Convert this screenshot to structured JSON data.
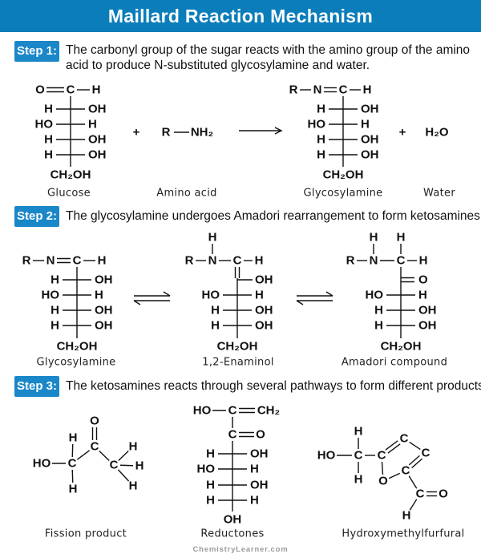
{
  "header": {
    "title": "Maillard Reaction Mechanism"
  },
  "steps": [
    {
      "badge": "Step 1:",
      "text_lines": [
        "The carbonyl group of the sugar reacts with the amino group of the amino",
        "acid to produce N-substituted glycosylamine and water."
      ]
    },
    {
      "badge": "Step 2:",
      "text_lines": [
        "The glycosylamine undergoes Amadori rearrangement to form ketosamines."
      ]
    },
    {
      "badge": "Step 3:",
      "text_lines": [
        "The ketosamines reacts through several pathways to form different products."
      ]
    }
  ],
  "molecules": {
    "glucose": {
      "name": "Glucose",
      "top": [
        "O",
        "C",
        "H"
      ],
      "rows": [
        [
          "H",
          "OH"
        ],
        [
          "HO",
          "H"
        ],
        [
          "H",
          "OH"
        ],
        [
          "H",
          "OH"
        ]
      ],
      "bottom": "CH₂OH"
    },
    "amino_acid": {
      "name": "Amino acid",
      "atoms": [
        "R",
        "NH₂"
      ]
    },
    "glycosylamine": {
      "name": "Glycosylamine",
      "top": [
        "R",
        "N",
        "C",
        "H"
      ],
      "rows": [
        [
          "H",
          "OH"
        ],
        [
          "HO",
          "H"
        ],
        [
          "H",
          "OH"
        ],
        [
          "H",
          "OH"
        ]
      ],
      "bottom": "CH₂OH"
    },
    "water": {
      "name": "Water",
      "formula": "H₂O"
    },
    "glycosylamine_2": {
      "name": "Glycosylamine",
      "top": [
        "R",
        "N",
        "C",
        "H"
      ],
      "rows": [
        [
          "H",
          "OH"
        ],
        [
          "HO",
          "H"
        ],
        [
          "H",
          "OH"
        ],
        [
          "H",
          "OH"
        ]
      ],
      "bottom": "CH₂OH"
    },
    "enaminol": {
      "name": "1,2-Enaminol",
      "top": [
        "H",
        "R",
        "N",
        "C",
        "H"
      ],
      "rows": [
        [
          "",
          "OH"
        ],
        [
          "HO",
          "H"
        ],
        [
          "H",
          "OH"
        ],
        [
          "H",
          "OH"
        ]
      ],
      "bottom": "CH₂OH"
    },
    "amadori": {
      "name": "Amadori compound",
      "top": [
        "H",
        "H",
        "R",
        "N",
        "C",
        "H"
      ],
      "rows": [
        [
          "",
          "O"
        ],
        [
          "HO",
          "H"
        ],
        [
          "H",
          "OH"
        ],
        [
          "H",
          "OH"
        ]
      ],
      "bottom": "CH₂OH"
    },
    "fission": {
      "name": "Fission product",
      "atoms": [
        "O",
        "H",
        "C",
        "HO",
        "C",
        "H",
        "C",
        "H",
        "H",
        "H"
      ]
    },
    "reductones": {
      "name": "Reductones",
      "top": [
        "HO",
        "C",
        "CH₂",
        "C",
        "O"
      ],
      "rows": [
        [
          "H",
          "OH"
        ],
        [
          "HO",
          "H"
        ],
        [
          "H",
          "OH"
        ],
        [
          "H",
          "H"
        ]
      ],
      "bottom": "OH"
    },
    "hmf": {
      "name": "Hydroxymethylfurfural",
      "atoms": [
        "H",
        "HO",
        "C",
        "H",
        "C",
        "C",
        "C",
        "C",
        "O",
        "C",
        "O",
        "H"
      ]
    }
  },
  "operators": {
    "plus": "+"
  },
  "footer": "ChemistryLearner.com",
  "colors": {
    "header": "#0b7dba",
    "badge": "#1a87c9"
  }
}
